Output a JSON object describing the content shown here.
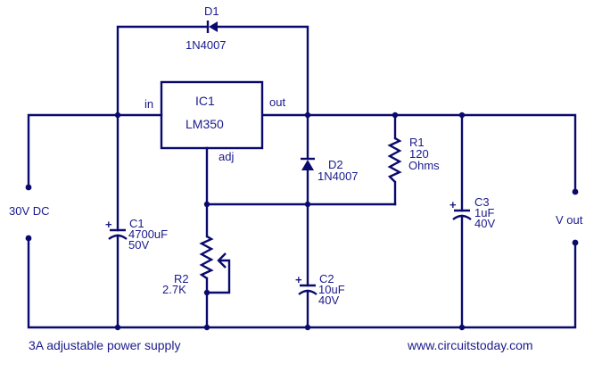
{
  "title": "3A adjustable power supply",
  "source": "www.circuitstoday.com",
  "colors": {
    "wire": "#0a0a6e",
    "text": "#1a1a8c",
    "background": "#ffffff"
  },
  "input": {
    "label": "30V DC"
  },
  "output": {
    "label": "V out"
  },
  "components": {
    "ic1": {
      "ref": "IC1",
      "part": "LM350",
      "pin_in": "in",
      "pin_out": "out",
      "pin_adj": "adj"
    },
    "d1": {
      "ref": "D1",
      "part": "1N4007"
    },
    "d2": {
      "ref": "D2",
      "part": "1N4007"
    },
    "r1": {
      "ref": "R1",
      "value": "120",
      "unit": "Ohms"
    },
    "r2": {
      "ref": "R2",
      "value": "2.7K"
    },
    "c1": {
      "ref": "C1",
      "value": "4700uF",
      "voltage": "50V",
      "polarity": "+"
    },
    "c2": {
      "ref": "C2",
      "value": "10uF",
      "voltage": "40V",
      "polarity": "+"
    },
    "c3": {
      "ref": "C3",
      "value": "1uF",
      "voltage": "40V",
      "polarity": "+"
    }
  }
}
